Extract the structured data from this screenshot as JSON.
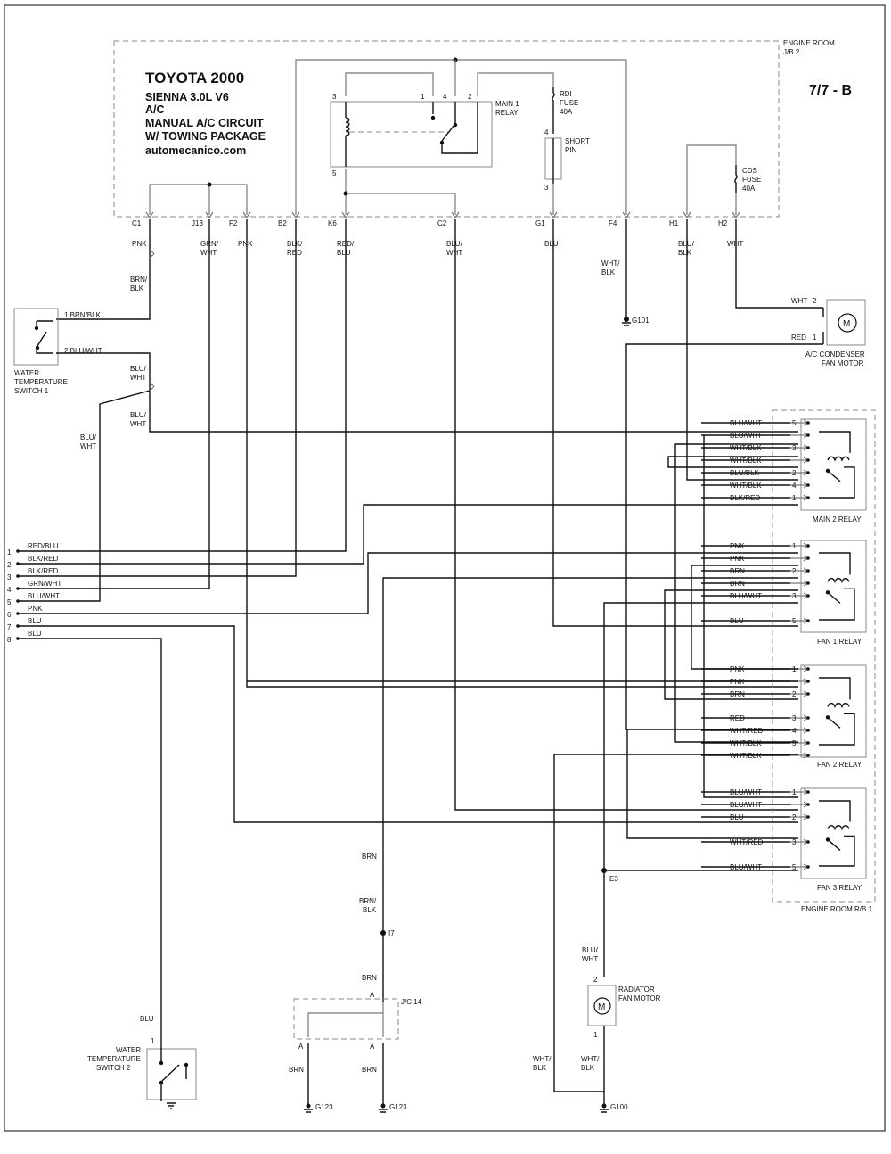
{
  "header": {
    "title": "TOYOTA 2000",
    "model": "SIENNA   3.0L  V6",
    "system": "A/C",
    "circuit": "MANUAL A/C CIRCUIT",
    "package": "W/ TOWING PACKAGE",
    "site": "automecanico.com",
    "page": "7/7 - B"
  },
  "junction_blocks": {
    "engine_room_jb2": [
      "ENGINE ROOM",
      "J/B 2"
    ],
    "engine_room_rb1": "ENGINE ROOM R/B 1",
    "jc14": "J/C 14"
  },
  "jb2_connectors": [
    "C1",
    "J13",
    "F2",
    "B2",
    "K6",
    "C2",
    "G1",
    "F4",
    "H1",
    "H2"
  ],
  "jb2_wires": [
    [
      "PNK"
    ],
    [
      "GRN/",
      "WHT"
    ],
    [
      "PNK"
    ],
    [
      "BLK/",
      "RED"
    ],
    [
      "RED/",
      "BLU"
    ],
    [
      "BLU/",
      "WHT"
    ],
    [
      "BLU"
    ],
    [
      "WHT/",
      "BLK"
    ],
    [
      "BLU/",
      "BLK"
    ],
    [
      "WHT"
    ]
  ],
  "internal": {
    "main1_relay": [
      "MAIN 1",
      "RELAY"
    ],
    "main1_pins": [
      "3",
      "1",
      "4",
      "2",
      "5"
    ],
    "rdi_fuse": [
      "RDI",
      "FUSE",
      "40A"
    ],
    "short_pin": [
      "SHORT",
      "PIN"
    ],
    "short_pin_pins": [
      "4",
      "3"
    ],
    "cds_fuse": [
      "CDS",
      "FUSE",
      "40A"
    ]
  },
  "switch1": {
    "label": [
      "WATER",
      "TEMPERATURE",
      "SWITCH 1"
    ],
    "pin1": "1  BRN/BLK",
    "pin2": "2  BLU/WHT",
    "wire_top": [
      "BRN/",
      "BLK"
    ],
    "wire_mid": [
      "BLU/",
      "WHT"
    ],
    "wire_low": [
      "BLU/",
      "WHT"
    ],
    "wire_left": [
      "BLU/",
      "WHT"
    ]
  },
  "grounds": [
    "G101",
    "G123",
    "G123",
    "G100"
  ],
  "condenser_motor": {
    "label": [
      "A/C CONDENSER",
      "FAN MOTOR"
    ],
    "pins": [
      [
        "WHT",
        "2"
      ],
      [
        "RED",
        "1"
      ]
    ],
    "symbol": "M"
  },
  "left_connector": {
    "pins": [
      "1",
      "2",
      "3",
      "4",
      "5",
      "6",
      "7",
      "8"
    ],
    "wires": [
      "RED/BLU",
      "BLK/RED",
      "BLK/RED",
      "GRN/WHT",
      "BLU/WHT",
      "PNK",
      "BLU",
      "BLU"
    ]
  },
  "main2_relay": {
    "name": "MAIN 2 RELAY",
    "rows": [
      [
        "BLU/WHT",
        "5"
      ],
      [
        "BLU/WHT",
        ""
      ],
      [
        "WHT/BLK",
        "3"
      ],
      [
        "WHT/BLK",
        ""
      ],
      [
        "BLU/BLK",
        "2"
      ],
      [
        "WHT/BLK",
        "4"
      ],
      [
        "BLK/RED",
        "1"
      ]
    ]
  },
  "fan1_relay": {
    "name": "FAN 1 RELAY",
    "rows": [
      [
        "PNK",
        "1"
      ],
      [
        "PNK",
        ""
      ],
      [
        "BRN",
        "2"
      ],
      [
        "BRN",
        ""
      ],
      [
        "BLU/WHT",
        "3"
      ],
      [
        "BLU",
        "5"
      ]
    ]
  },
  "fan2_relay": {
    "name": "FAN 2 RELAY",
    "rows": [
      [
        "PNK",
        "1"
      ],
      [
        "PNK",
        ""
      ],
      [
        "BRN",
        "2"
      ],
      [
        "RED",
        "3"
      ],
      [
        "WHT/RED",
        "4"
      ],
      [
        "WHT/BLK",
        "5"
      ],
      [
        "WHT/BLK",
        ""
      ]
    ]
  },
  "fan3_relay": {
    "name": "FAN 3 RELAY",
    "rows": [
      [
        "BLU/WHT",
        "1"
      ],
      [
        "BLU/WHT",
        ""
      ],
      [
        "BLU",
        "2"
      ],
      [
        "WHT/RED",
        "3"
      ],
      [
        "BLU/WHT",
        "5"
      ]
    ]
  },
  "radiator_motor": {
    "label": [
      "RADIATOR",
      "FAN MOTOR"
    ],
    "pins": [
      "2",
      "1"
    ],
    "symbol": "M"
  },
  "splices": [
    "E3",
    "I7"
  ],
  "bottom_labels": {
    "brn_upper": "BRN",
    "brn_blk": [
      "BRN/",
      "BLK"
    ],
    "brn_lower": "BRN",
    "pin_a": [
      "A",
      "A",
      "A"
    ],
    "brn_g1": "BRN",
    "brn_g2": "BRN",
    "blu_wht_motor": [
      "BLU/",
      "WHT"
    ],
    "wht_blk_left": [
      "WHT/",
      "BLK"
    ],
    "wht_blk_right": [
      "WHT/",
      "BLK"
    ],
    "blu_switch2": "BLU"
  },
  "switch2": {
    "label": [
      "WATER",
      "TEMPERATURE",
      "SWITCH 2"
    ],
    "pin": "1"
  }
}
